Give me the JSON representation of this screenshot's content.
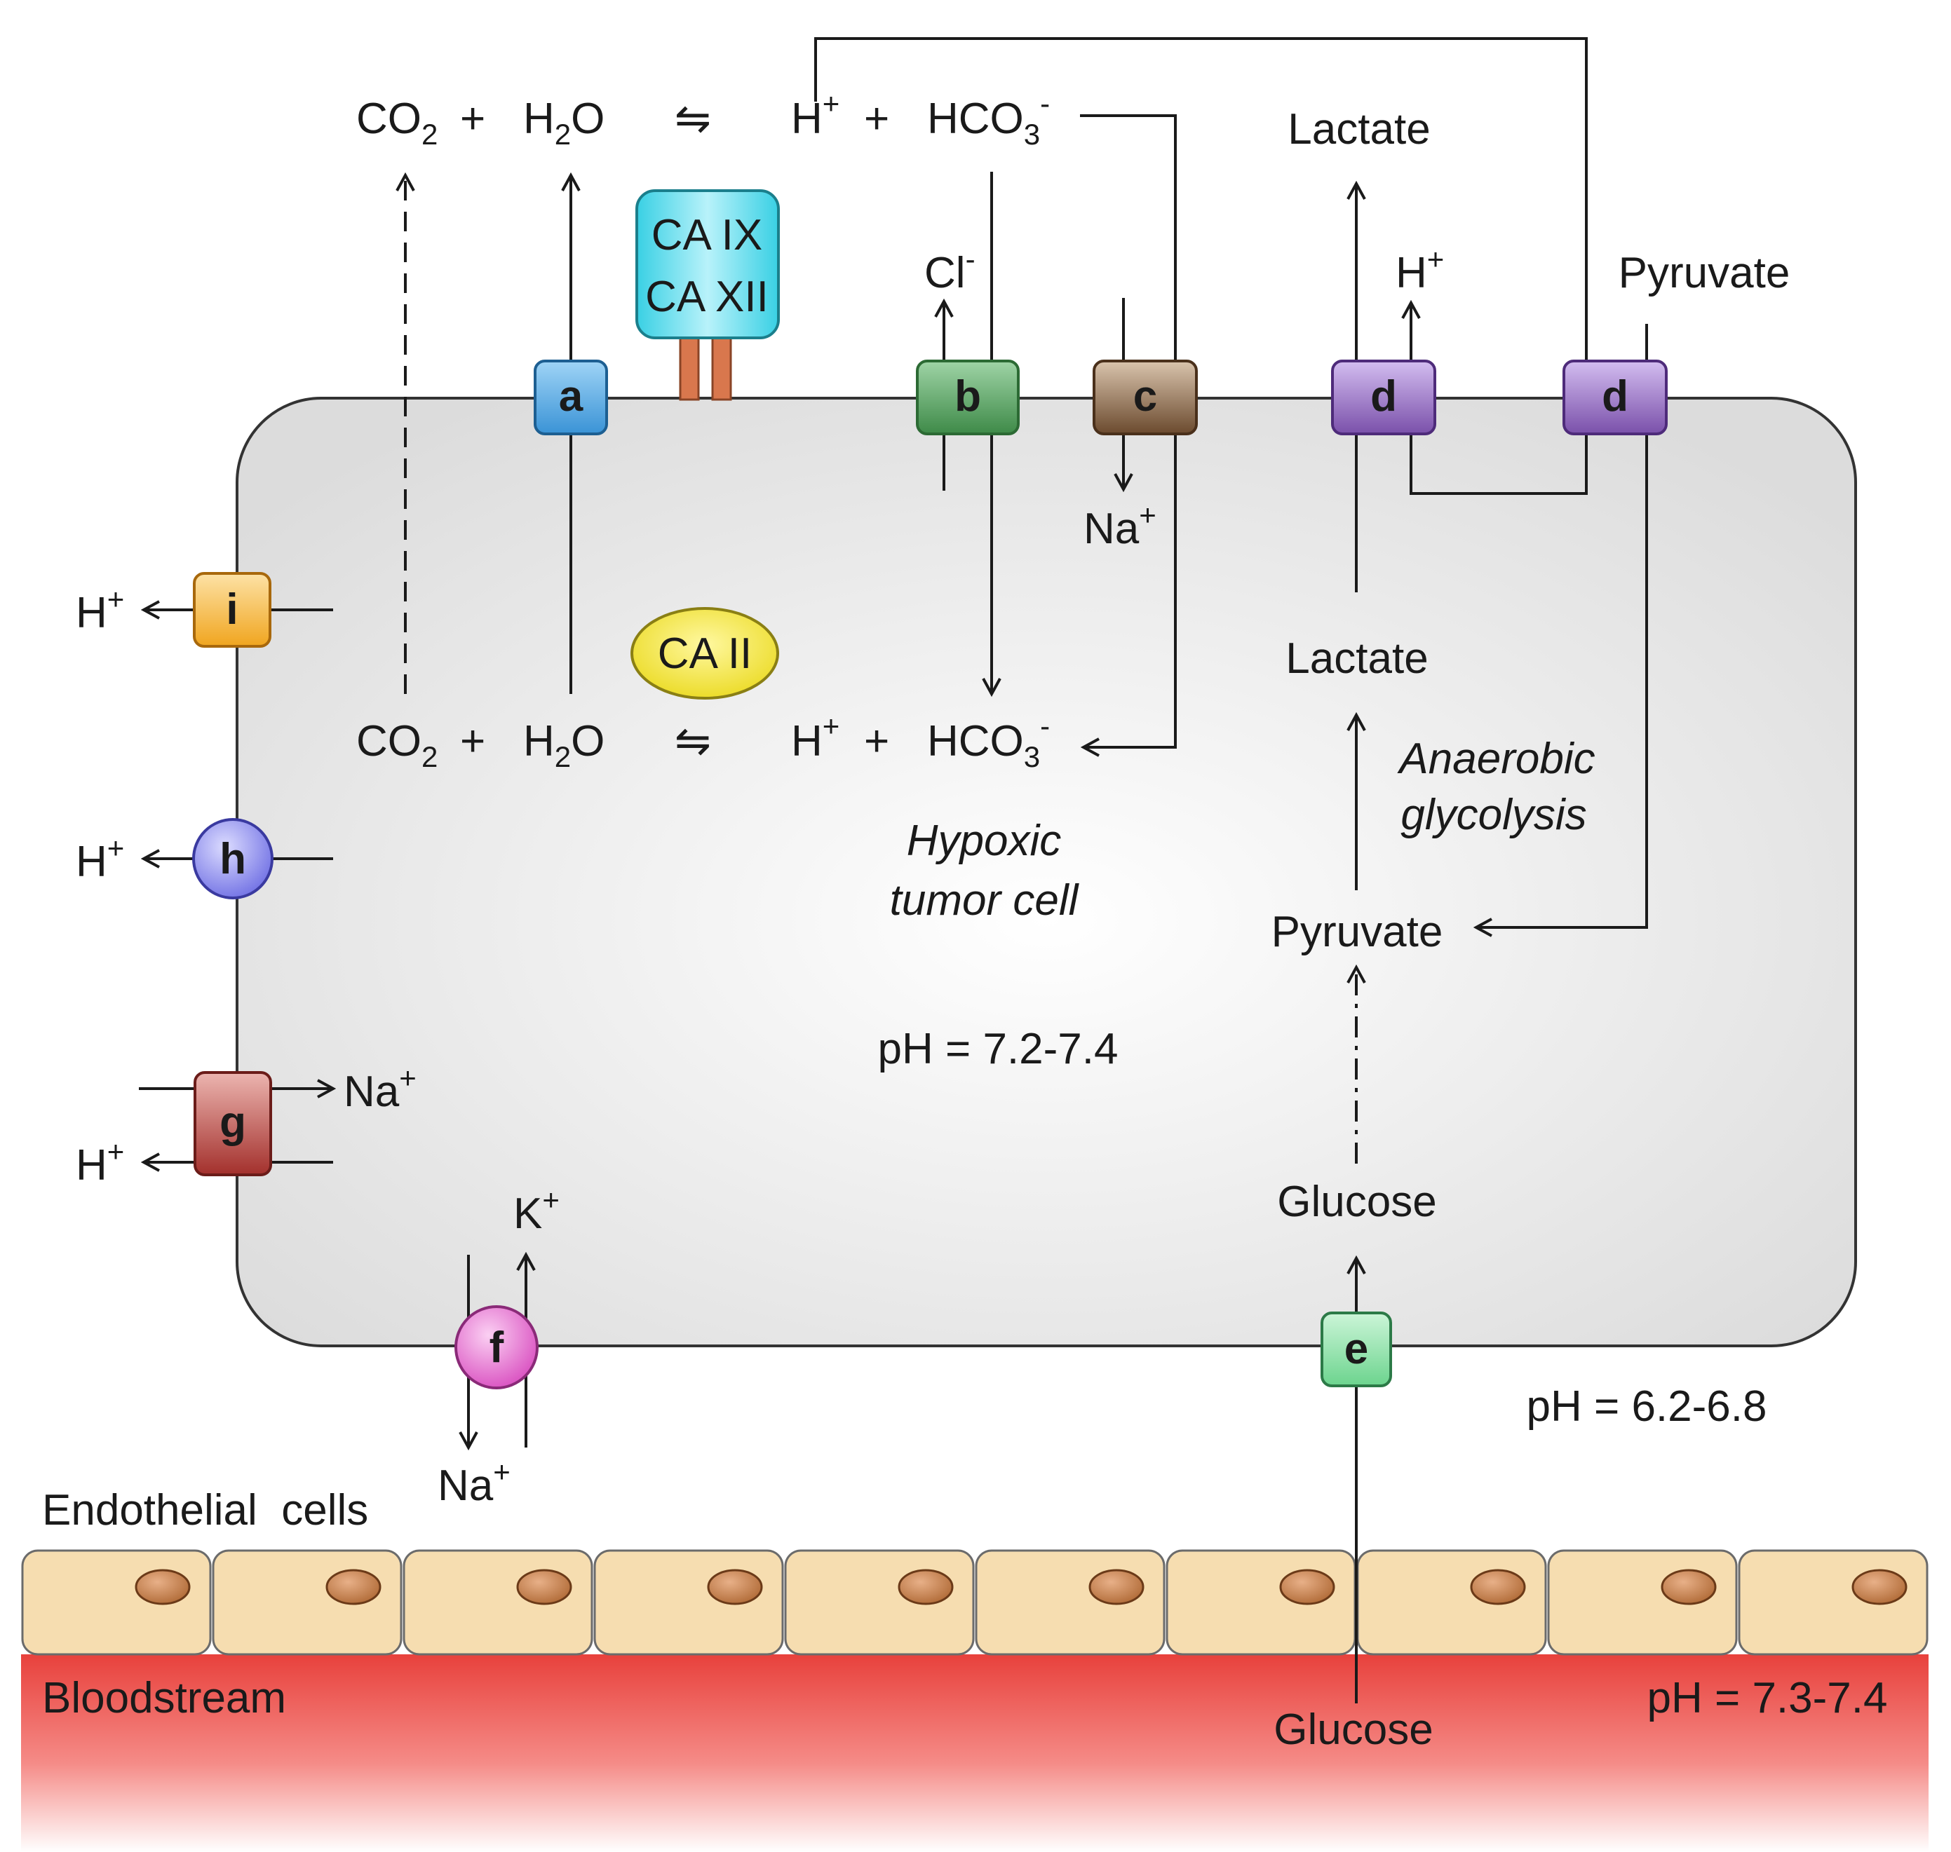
{
  "membrane": {
    "intracellular_reaction": {
      "co2": "CO",
      "co2_sub": "2",
      "plus": "+",
      "h2o": "H",
      "h2o_sub": "2",
      "h2o_tail": "O",
      "equilibrium": "⇋",
      "h": "H",
      "h_sup": "+",
      "plus2": "+",
      "hco3": "HCO",
      "hco3_sub": "3",
      "hco3_sup": "-"
    },
    "extracellular_reaction": {
      "co2": "CO",
      "co2_sub": "2",
      "plus": "+",
      "h2o": "H",
      "h2o_sub": "2",
      "h2o_tail": "O",
      "equilibrium": "⇋",
      "h": "H",
      "h_sup": "+",
      "plus2": "+",
      "hco3": "HCO",
      "hco3_sub": "3",
      "hco3_sup": "-"
    }
  },
  "enzymes": {
    "ca_membrane": [
      "CA IX",
      "CA XII"
    ],
    "ca_cytosol": "CA II"
  },
  "transporters": {
    "a": "a",
    "b": "b",
    "c": "c",
    "d1": "d",
    "d2": "d",
    "e": "e",
    "f": "f",
    "g": "g",
    "h": "h",
    "i": "i"
  },
  "ions": {
    "cl": "Cl",
    "cl_sup": "-",
    "h_top": "H",
    "h_top_sup": "+",
    "na_c": "Na",
    "na_c_sup": "+",
    "h_i": "H",
    "h_i_sup": "+",
    "h_h": "H",
    "h_h_sup": "+",
    "na_g": "Na",
    "na_g_sup": "+",
    "h_g": "H",
    "h_g_sup": "+",
    "k_f": "K",
    "k_f_sup": "+",
    "na_f": "Na",
    "na_f_sup": "+"
  },
  "metabolites": {
    "lactate_out": "Lactate",
    "pyruvate_out": "Pyruvate",
    "lactate_in": "Lactate",
    "pyruvate_in": "Pyruvate",
    "glucose_in": "Glucose",
    "glucose_blood": "Glucose"
  },
  "labels": {
    "glycolysis": [
      "Anaerobic",
      "glycolysis"
    ],
    "cell": [
      "Hypoxic",
      "tumor cell"
    ],
    "ph_intracellular": "pH = 7.2-7.4",
    "ph_extracellular": "pH = 6.2-6.8",
    "ph_blood": "pH = 7.3-7.4",
    "endothelial": "Endothelial  cells",
    "bloodstream": "Bloodstream"
  },
  "colors": {
    "cell_fill": "#e4e4e4",
    "a": "#5aaee8",
    "b": "#4f9e5a",
    "c": "#7b5b3e",
    "d": "#8a62b8",
    "e": "#8fe0a8",
    "f": "#e86fd0",
    "g": "#b5413c",
    "h": "#8c8cf0",
    "i": "#f3b23e",
    "ca_ix": "#4dd8e8",
    "ca_ii": "#f2e640",
    "endothelial": "#f6ddb0",
    "nucleus": "#c4804a",
    "blood": "#e8413c"
  }
}
